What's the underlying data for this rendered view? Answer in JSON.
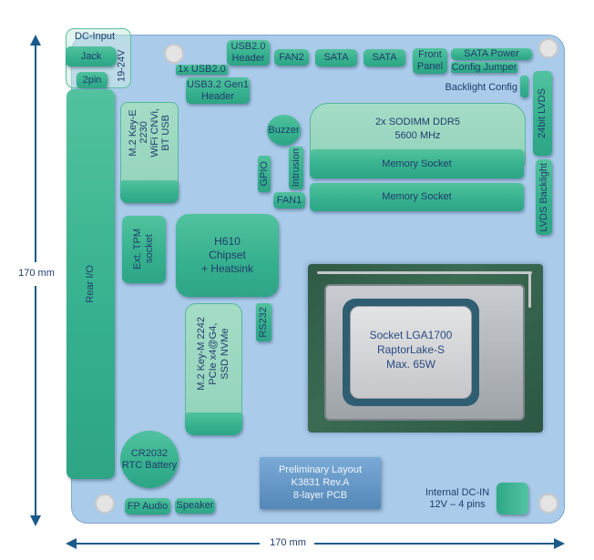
{
  "title": "Mini-ITX mainboard layout K3831",
  "dimensions": {
    "width_label": "170 mm",
    "height_label": "170 mm"
  },
  "colors": {
    "board": "#aacbea",
    "component": "#3bb592",
    "component_light": "#9ed8c1",
    "info_box": "#5f94c2",
    "text": "#1f3d6b",
    "arrow": "#1b5a8a"
  },
  "dc_input": {
    "title": "DC-Input",
    "jack": "Jack",
    "pin2": "2pin",
    "voltage": "19-24V"
  },
  "rear_io": "Rear I/O",
  "usb2_port": "1x USB2.0",
  "usb2_header": "USB2.0\nHeader",
  "usb32_header": "USB3.2 Gen1\nHeader",
  "fan2": "FAN2",
  "sata1": "SATA",
  "sata2": "SATA",
  "front_panel": "Front\nPanel",
  "sata_power": "SATA Power",
  "config_jumper": "Config Jumper",
  "backlight_config": "Backlight Config",
  "lvds": "24bit LVDS",
  "lvds_backlight": "LVDS Backlight",
  "m2_e": "M.2 Key-E\n2230\nWiFi CNVi,\nBT USB",
  "buzzer": "Buzzer",
  "gpio": "GPIO",
  "intrusion": "Intrusion",
  "fan1": "FAN1",
  "sodimm_title": "2x SODIMM DDR5\n5600 MHz",
  "memory_sockets": [
    "Memory Socket",
    "Memory Socket"
  ],
  "tpm": "Ext. TPM\nsocket",
  "chipset": "H610\nChipset\n+ Heatsink",
  "rs232": "RS232",
  "cpu": "Socket LGA1700\nRaptorLake-S\nMax. 65W",
  "m2_m": "M.2 Key-M 2242\nPCIe x4@G4,\nSSD NVMe",
  "rtc": "CR2032\nRTC Battery",
  "fp_audio": "FP Audio",
  "speaker": "Speaker",
  "info_box": "Preliminary Layout\nK3831 Rev.A\n8-layer PCB",
  "internal_dc": "Internal DC-IN\n12V – 4 pins"
}
